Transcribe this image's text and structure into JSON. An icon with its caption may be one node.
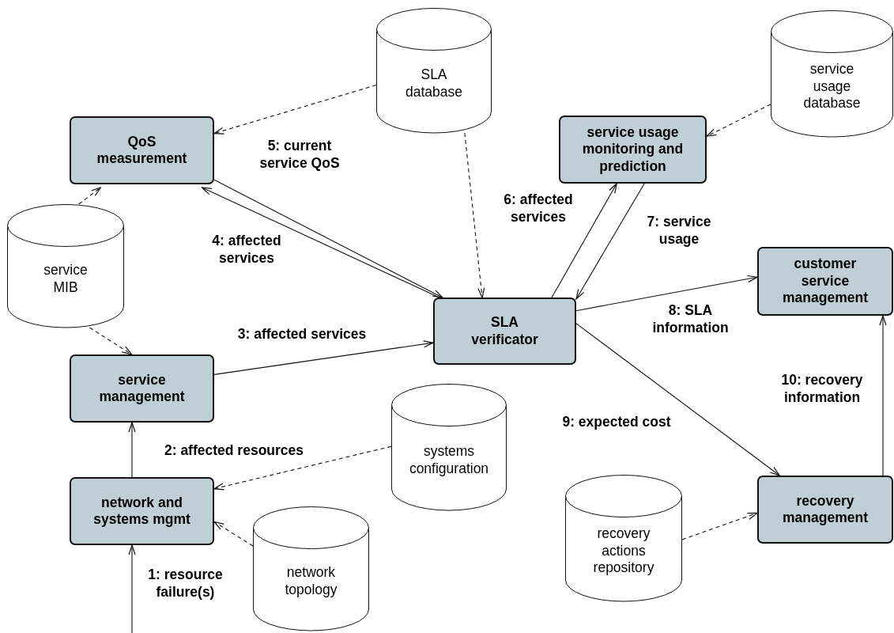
{
  "diagram": {
    "nodes": [
      {
        "text": [
          "QoS measurement"
        ]
      },
      {
        "text": [
          "SLA database"
        ]
      },
      {
        "text": [
          "service usage monitoring and prediction"
        ]
      },
      {
        "text": [
          "service usage database"
        ]
      },
      {
        "text": [
          "service MIB"
        ]
      },
      {
        "text": [
          "SLA verificator"
        ]
      },
      {
        "text": [
          "customer service management"
        ]
      },
      {
        "text": [
          "service management"
        ]
      },
      {
        "text": [
          "systems configuration"
        ]
      },
      {
        "text": [
          "network and systems mgmt"
        ]
      },
      {
        "text": [
          "network topology"
        ]
      },
      {
        "text": [
          "recovery actions repository"
        ]
      },
      {
        "text": [
          "recovery management"
        ]
      }
    ],
    "edges": [
      {
        "from": null,
        "to": 9,
        "arrow": "to",
        "label": "1: resource failure(s)"
      },
      {
        "from": 9,
        "to": 7,
        "arrow": "to",
        "label": "2: affected resources"
      },
      {
        "from": 8,
        "to": 9,
        "arrow": "to",
        "style": "dashed"
      },
      {
        "from": 10,
        "to": 9,
        "arrow": "to",
        "style": "dashed"
      },
      {
        "from": 4,
        "to": 7,
        "arrow": "to",
        "style": "dashed"
      },
      {
        "from": 4,
        "to": 0,
        "arrow": "to",
        "style": "dashed"
      },
      {
        "from": 7,
        "to": 5,
        "arrow": "to",
        "label": "3: affected services"
      },
      {
        "from": 5,
        "to": 0,
        "arrow": "to",
        "label": "4: affected services"
      },
      {
        "from": 0,
        "to": 5,
        "arrow": "to",
        "label": "5: current service QoS"
      },
      {
        "from": 1,
        "to": 0,
        "arrow": "to",
        "style": "dashed"
      },
      {
        "from": 1,
        "to": 5,
        "arrow": "to",
        "style": "dashed"
      },
      {
        "from": 5,
        "to": 2,
        "arrow": "to",
        "label": "6: affected services"
      },
      {
        "from": 2,
        "to": 5,
        "arrow": "to",
        "label": "7: service usage"
      },
      {
        "from": 3,
        "to": 2,
        "arrow": "to",
        "style": "dashed"
      },
      {
        "from": 5,
        "to": 6,
        "arrow": "to",
        "label": "8: SLA information"
      },
      {
        "from": 5,
        "to": 12,
        "arrow": "to",
        "label": "9: expected cost"
      },
      {
        "from": 12,
        "to": 6,
        "arrow": "to",
        "label": "10: recovery information"
      },
      {
        "from": 11,
        "to": 12,
        "arrow": "to",
        "style": "dashed"
      }
    ]
  }
}
